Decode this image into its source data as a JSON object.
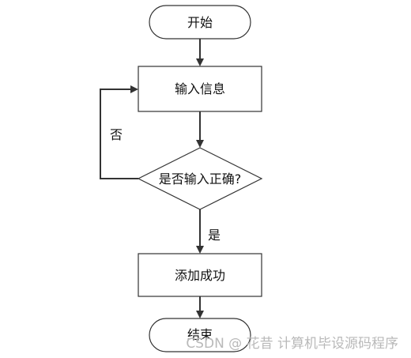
{
  "diagram": {
    "nodes": {
      "start": "开始",
      "input": "输入信息",
      "decision": "是否输入正确?",
      "add": "添加成功",
      "end": "结束"
    },
    "edges": {
      "no_label": "否",
      "yes_label": "是"
    }
  },
  "watermark": "CSDN @ 花昔 计算机毕设源码程序",
  "colors": {
    "stroke": "#333333",
    "background": "#ffffff",
    "watermark": "#b9b9b9"
  }
}
